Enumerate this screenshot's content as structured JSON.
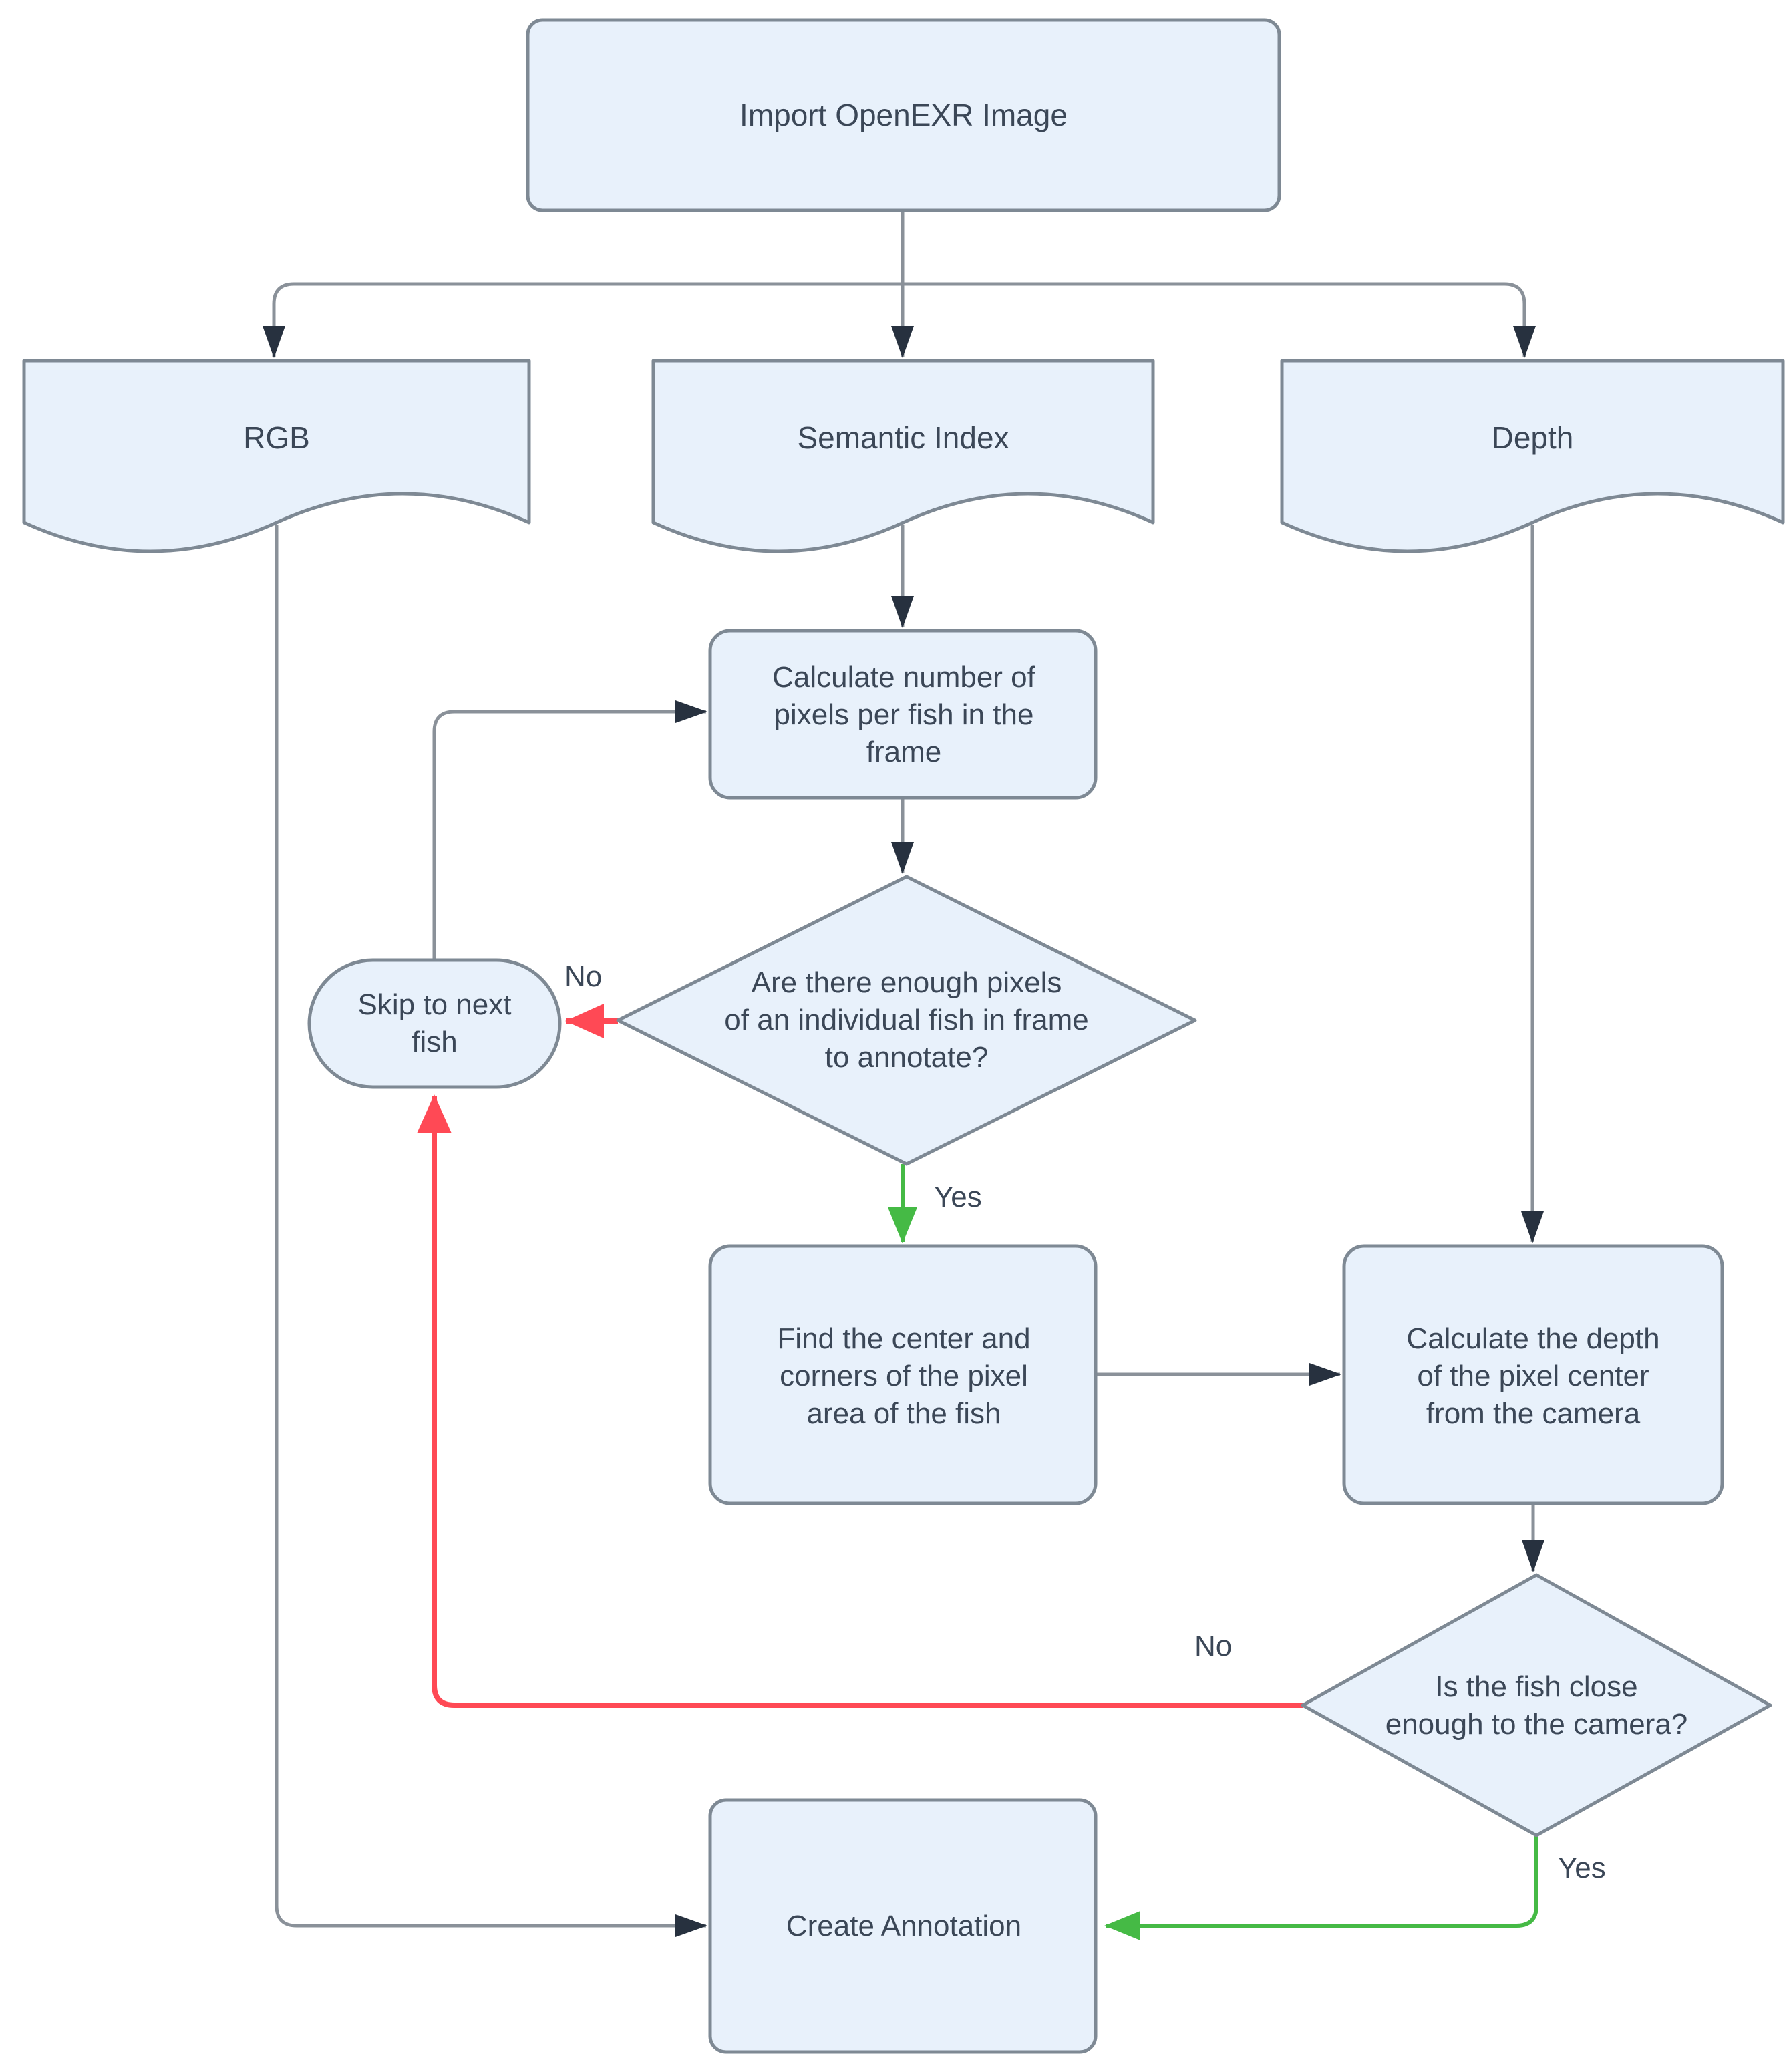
{
  "diagram": {
    "colors": {
      "node_fill": "#e8f1fb",
      "node_border": "#7e8994",
      "connector": "#8a9199",
      "arrowhead": "#27313f",
      "no_branch": "#ff4955",
      "yes_branch": "#45ba45",
      "text": "#3b4757"
    },
    "nodes": {
      "import": {
        "shape": "rectangle",
        "label": "Import OpenEXR Image"
      },
      "rgb": {
        "shape": "document",
        "label": "RGB"
      },
      "semantic_index": {
        "shape": "document",
        "label": "Semantic Index"
      },
      "depth": {
        "shape": "document",
        "label": "Depth"
      },
      "calc_pixels": {
        "shape": "rounded-rectangle",
        "label": "Calculate number of\npixels per fish in the\nframe"
      },
      "enough_pixels_decision": {
        "shape": "diamond",
        "label": "Are there enough pixels\nof an individual fish in frame\nto annotate?"
      },
      "skip_fish": {
        "shape": "stadium",
        "label": "Skip to next\nfish"
      },
      "find_center": {
        "shape": "rounded-rectangle",
        "label": "Find the center and\ncorners of the pixel\narea of the fish"
      },
      "calc_depth": {
        "shape": "rounded-rectangle",
        "label": "Calculate the depth\nof the  pixel center\nfrom the camera"
      },
      "close_enough_decision": {
        "shape": "diamond",
        "label": "Is the fish close\nenough to the camera?"
      },
      "create_annotation": {
        "shape": "rectangle",
        "label": "Create Annotation"
      }
    },
    "edge_labels": {
      "no1": "No",
      "yes1": "Yes",
      "no2": "No",
      "yes2": "Yes"
    }
  }
}
